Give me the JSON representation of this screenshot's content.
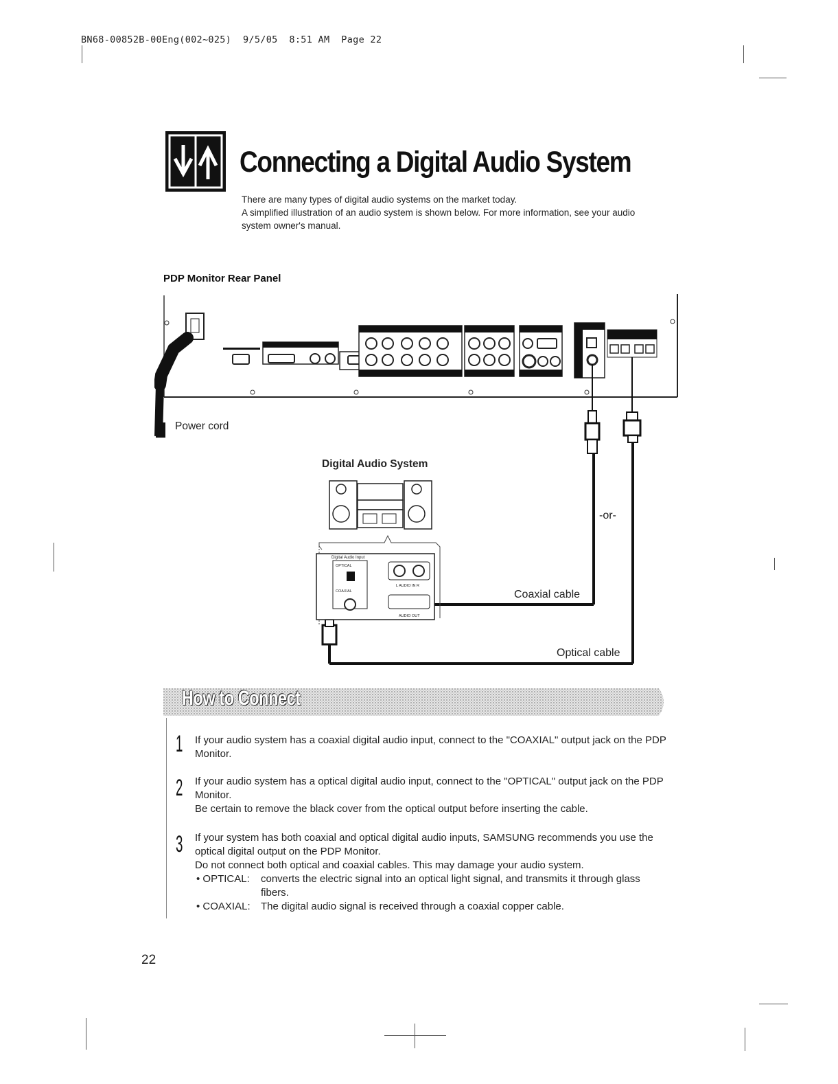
{
  "header": {
    "slug": "BN68-00852B-00Eng(002~025)",
    "date": "9/5/05",
    "time": "8:51 AM",
    "page_label": "Page 22"
  },
  "title": "Connecting a Digital Audio System",
  "intro": [
    "There are many types of digital audio systems on the market today.",
    "A simplified illustration of an audio system is shown below. For more information, see your audio system owner's manual."
  ],
  "diagram": {
    "rear_panel_label": "PDP Monitor Rear Panel",
    "power_cord_label": "Power cord",
    "audio_system_label": "Digital Audio System",
    "or_label": "-or-",
    "coaxial_cable_label": "Coaxial cable",
    "optical_cable_label": "Optical cable",
    "digital_audio_input_label": "Digital Audio Input",
    "optical_port_label": "OPTICAL",
    "coaxial_port_label": "COAXIAL",
    "audio_in_label": "L AUDIO IN R",
    "audio_out_label": "AUDIO OUT"
  },
  "how_to": {
    "heading": "How to Connect",
    "steps": [
      {
        "number": "1",
        "lines": [
          "If your audio system has a coaxial digital audio input, connect to the \"COAXIAL\" output jack on the PDP Monitor."
        ]
      },
      {
        "number": "2",
        "lines": [
          "If your audio system has a optical digital audio input, connect to the \"OPTICAL\" output jack on the PDP Monitor.",
          "Be certain to remove the black cover from the optical output before inserting the cable."
        ]
      },
      {
        "number": "3",
        "lines": [
          "If your system has both coaxial and optical digital audio inputs, SAMSUNG recommends you use the optical digital output on the PDP Monitor.",
          "Do not connect both optical and coaxial cables. This may damage your audio system."
        ],
        "bullets": [
          {
            "key": "• OPTICAL:",
            "text": "converts the electric signal into an optical light signal, and transmits it through glass fibers."
          },
          {
            "key": "• COAXIAL:",
            "text": "The digital audio signal is received through a coaxial copper cable."
          }
        ]
      }
    ]
  },
  "page_number": "22"
}
